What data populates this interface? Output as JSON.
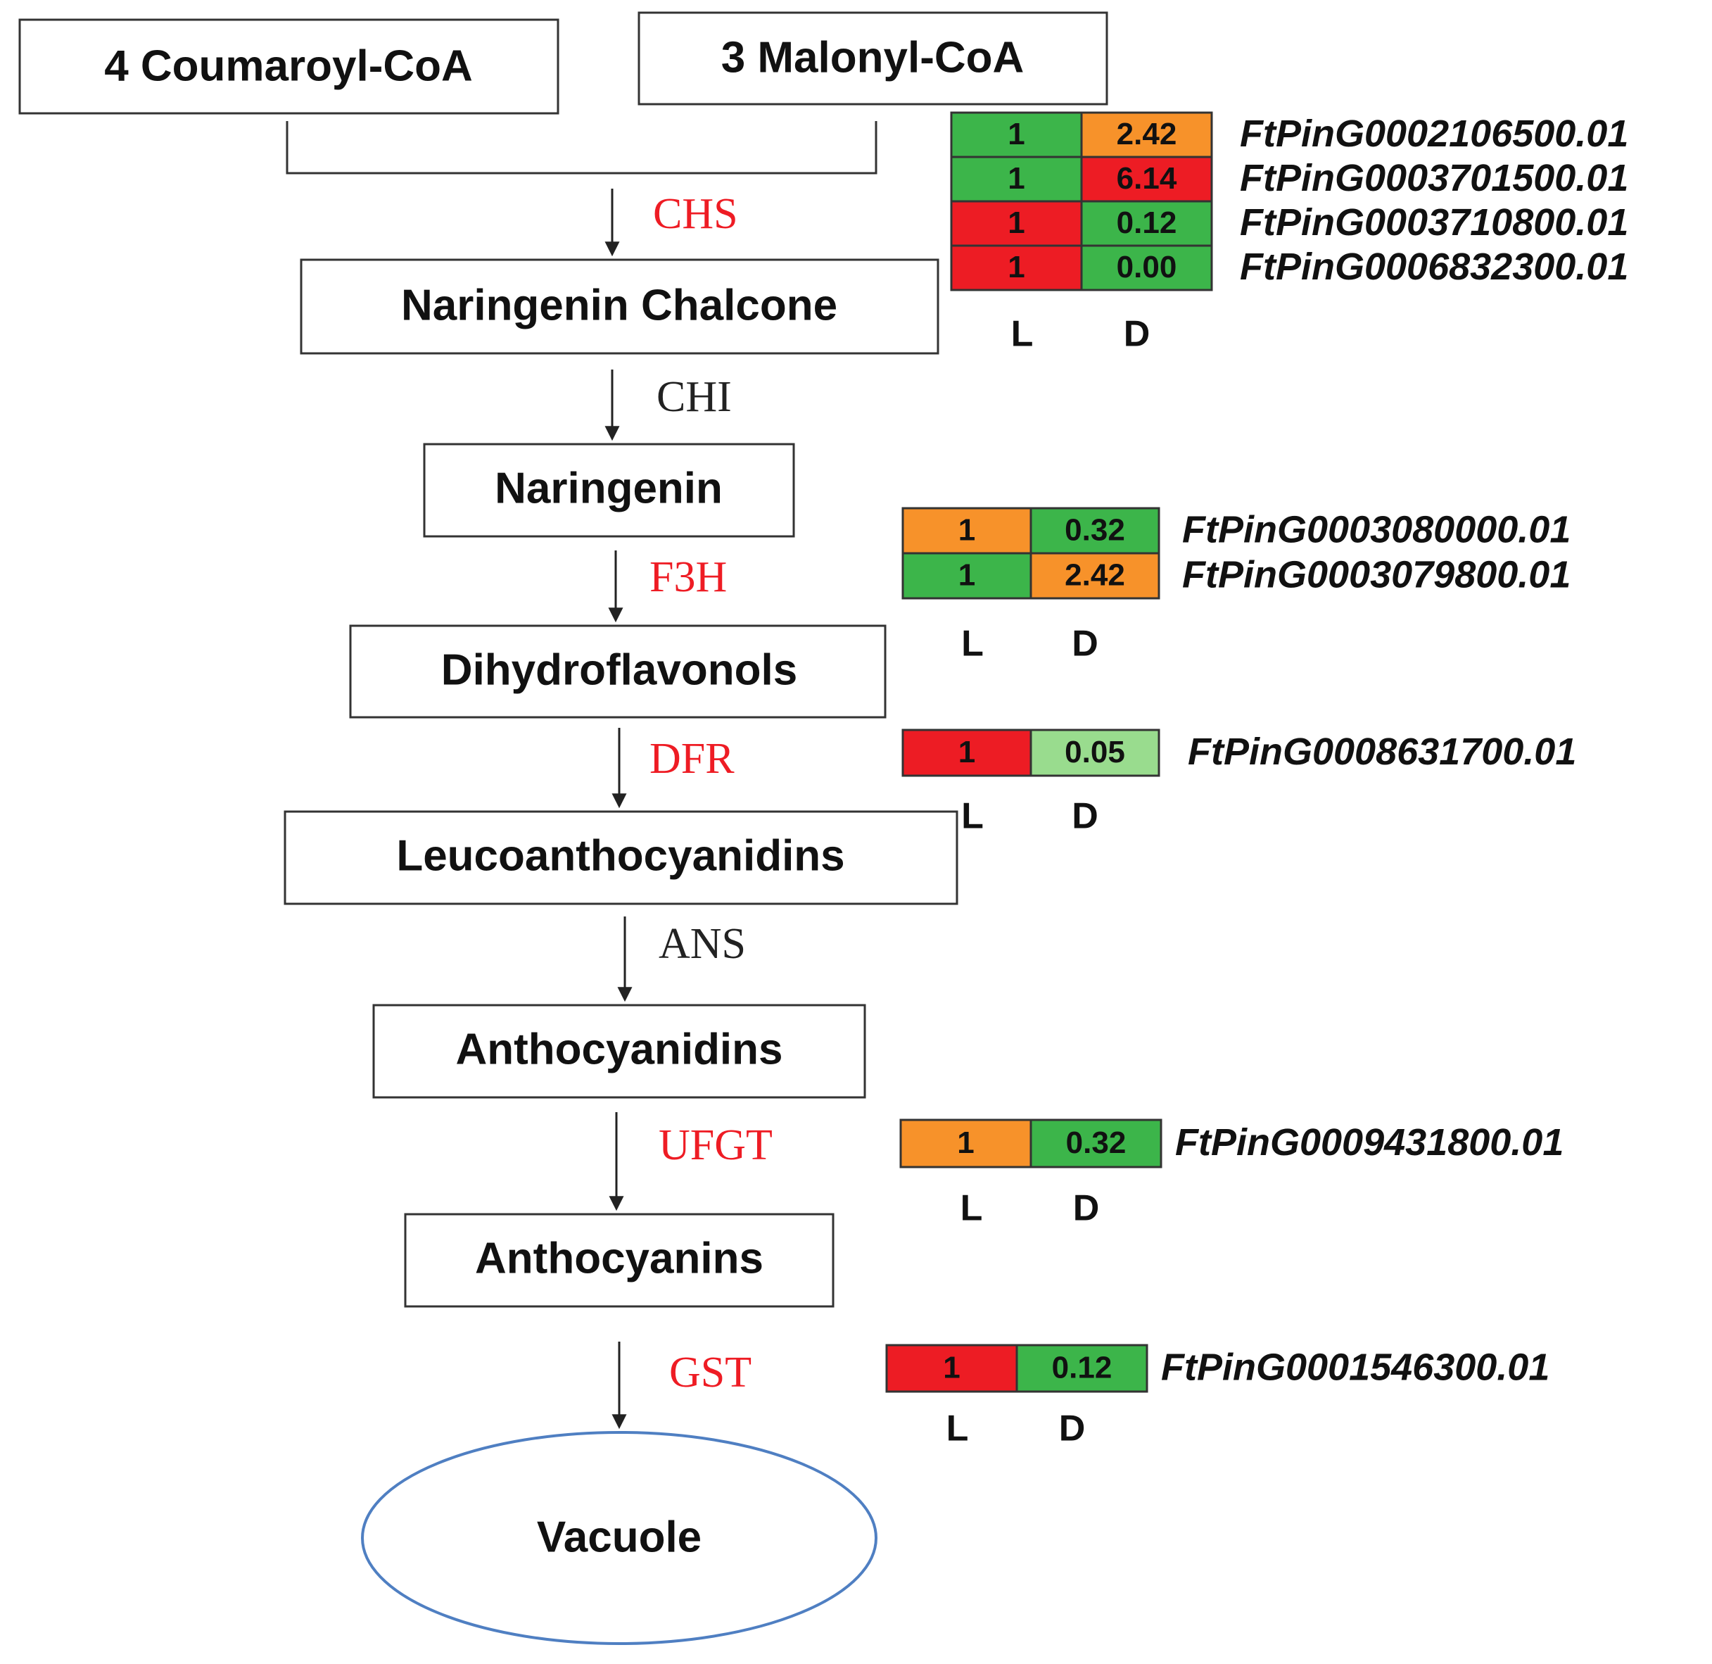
{
  "colors": {
    "enzyme_red": "#ee1c24",
    "enzyme_black": "#222222",
    "cell_green": "#3cb54a",
    "cell_light_green": "#99dc8e",
    "cell_orange": "#f7922a",
    "cell_red": "#ed1c24",
    "vacuole_outline": "#4f7fc2"
  },
  "compounds": {
    "coumaroyl": "4 Coumaroyl-CoA",
    "malonyl": "3 Malonyl-CoA",
    "naringenin_chalcone": "Naringenin Chalcone",
    "naringenin": "Naringenin",
    "dihydroflavonols": "Dihydroflavonols",
    "leucoanthocyanidins": "Leucoanthocyanidins",
    "anthocyanidins": "Anthocyanidins",
    "anthocyanins": "Anthocyanins",
    "vacuole": "Vacuole"
  },
  "enzymes": {
    "chs": "CHS",
    "chi": "CHI",
    "f3h": "F3H",
    "dfr": "DFR",
    "ans": "ANS",
    "ufgt": "UFGT",
    "gst": "GST"
  },
  "column_labels": {
    "l": "L",
    "d": "D"
  },
  "heatmaps": {
    "chs": [
      {
        "gene": "FtPinG0002106500.01",
        "l": "1",
        "d": "2.42",
        "l_color": "green",
        "d_color": "orange"
      },
      {
        "gene": "FtPinG0003701500.01",
        "l": "1",
        "d": "6.14",
        "l_color": "green",
        "d_color": "red"
      },
      {
        "gene": "FtPinG0003710800.01",
        "l": "1",
        "d": "0.12",
        "l_color": "red",
        "d_color": "green"
      },
      {
        "gene": "FtPinG0006832300.01",
        "l": "1",
        "d": "0.00",
        "l_color": "red",
        "d_color": "green"
      }
    ],
    "f3h": [
      {
        "gene": "FtPinG0003080000.01",
        "l": "1",
        "d": "0.32",
        "l_color": "orange",
        "d_color": "green"
      },
      {
        "gene": "FtPinG0003079800.01",
        "l": "1",
        "d": "2.42",
        "l_color": "green",
        "d_color": "orange"
      }
    ],
    "dfr": [
      {
        "gene": "FtPinG0008631700.01",
        "l": "1",
        "d": "0.05",
        "l_color": "red",
        "d_color": "light-green"
      }
    ],
    "ufgt": [
      {
        "gene": "FtPinG0009431800.01",
        "l": "1",
        "d": "0.32",
        "l_color": "orange",
        "d_color": "green"
      }
    ],
    "gst": [
      {
        "gene": "FtPinG0001546300.01",
        "l": "1",
        "d": "0.12",
        "l_color": "red",
        "d_color": "green"
      }
    ]
  }
}
